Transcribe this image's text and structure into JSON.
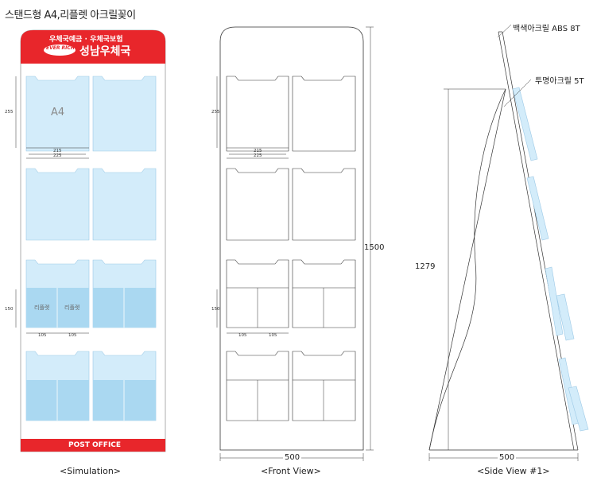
{
  "title": "스탠드형 A4,리플렛 아크릴꽂이",
  "simulation": {
    "banner_line1": "우체국예금 · 우체국보험",
    "logo_text": "EVER RICH",
    "banner_line2": "성남우체국",
    "footer": "POST OFFICE",
    "a4_label": "A4",
    "leaflet_label_1": "리플렛",
    "leaflet_label_2": "리플렛",
    "dim_height": "255",
    "dim_inner_width": "215",
    "dim_outer_width": "225",
    "dim_leaflet_height": "150",
    "dim_leaflet_w1": "105",
    "dim_leaflet_w2": "105",
    "caption": "<Simulation>"
  },
  "front": {
    "dim_height": "255",
    "dim_inner_width": "215",
    "dim_outer_width": "225",
    "dim_leaflet_height": "150",
    "dim_leaflet_w1": "105",
    "dim_leaflet_w2": "105",
    "total_height": "1500",
    "total_width": "500",
    "caption": "<Front View>"
  },
  "side": {
    "label_white": "백색아크릴 ABS 8T",
    "label_clear": "투명아크릴 5T",
    "height": "1279",
    "width": "500",
    "caption": "<Side View #1>"
  },
  "colors": {
    "banner_red": "#e8262b",
    "pocket_blue": "#cfe9f8",
    "pocket_fill": "#a9d8f1"
  }
}
